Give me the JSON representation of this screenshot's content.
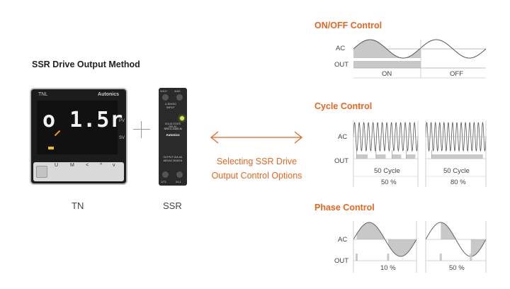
{
  "title": "SSR Drive Output Method",
  "tn": {
    "name": "TN",
    "model": "TNL",
    "brand": "Autonics",
    "display": "o 1.5r",
    "pv": "PV",
    "sv": "SV",
    "keys": [
      "U",
      "M",
      "<",
      "^",
      "v"
    ]
  },
  "ssr": {
    "name": "SSR",
    "top_left": "3/A1+",
    "top_right": "4/A2-",
    "input_label": "4-30VDC INPUT",
    "relay_label": "SOLID STATE RELAY",
    "model": "SRC1-1420-N",
    "brand": "Autonics",
    "output_label": "OUTPUT 20A 48-480VAC 50/60Hz",
    "bottom_left": "1/T1",
    "bottom_right": "2/L1"
  },
  "caption": [
    "Selecting SSR Drive",
    "Output Control Options"
  ],
  "on_off": {
    "title": "ON/OFF Control",
    "ac": "AC",
    "out": "OUT",
    "on": "ON",
    "off": "OFF"
  },
  "cycle": {
    "title": "Cycle Control",
    "ac": "AC",
    "out": "OUT",
    "panels": [
      {
        "cycle_label": "50 Cycle",
        "percent": "50 %"
      },
      {
        "cycle_label": "50 Cycle",
        "percent": "80 %"
      }
    ]
  },
  "phase": {
    "title": "Phase Control",
    "ac": "AC",
    "out": "OUT",
    "panels": [
      {
        "percent": "10 %"
      },
      {
        "percent": "50 %"
      }
    ]
  },
  "colors": {
    "accent": "#e8651f",
    "fill": "#c8c8c8",
    "line": "#555555"
  }
}
